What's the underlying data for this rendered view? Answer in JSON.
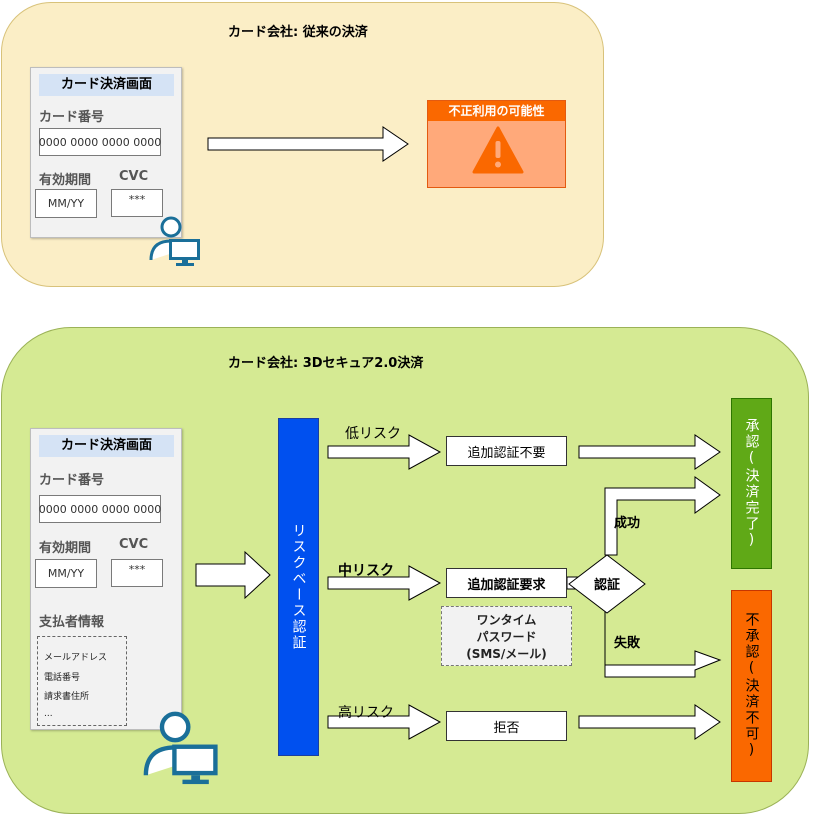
{
  "top": {
    "title": "カード会社: 従来の決済",
    "form": {
      "header": "カード決済画面",
      "card_number_label": "カード番号",
      "card_number_value": "0000 0000 0000 0000",
      "expiry_label": "有効期間",
      "cvc_label": "CVC",
      "expiry_placeholder": "MM/YY",
      "cvc_value": "***"
    },
    "warning": {
      "title": "不正利用の可能性",
      "icon": "warning-triangle-icon"
    }
  },
  "bottom": {
    "title": "カード会社: 3Dセキュア2.0決済",
    "form": {
      "header": "カード決済画面",
      "card_number_label": "カード番号",
      "card_number_value": "0000 0000 0000 0000",
      "expiry_label": "有効期間",
      "cvc_label": "CVC",
      "expiry_placeholder": "MM/YY",
      "cvc_value": "***",
      "payer_label": "支払者情報",
      "payer_items": [
        "メールアドレス",
        "電話番号",
        "請求書住所",
        "..."
      ]
    },
    "risk_bar": "リスクベース認証",
    "low_risk": "低リスク",
    "mid_risk": "中リスク",
    "high_risk": "高リスク",
    "no_auth": "追加認証不要",
    "auth_required": "追加認証要求",
    "deny": "拒否",
    "otp": [
      "ワンタイム",
      "パスワード",
      "(SMS/メール)"
    ],
    "decision": "認証",
    "success": "成功",
    "failure": "失敗",
    "approve": "承認(決済完了)",
    "reject": "不承認(決済不可)"
  },
  "colors": {
    "top_panel": "#fbeec6",
    "bottom_panel": "#d5ea93",
    "risk_bar": "#0050ef",
    "approve": "#60a917",
    "reject": "#fa6800",
    "warning": "#ffa97a"
  }
}
